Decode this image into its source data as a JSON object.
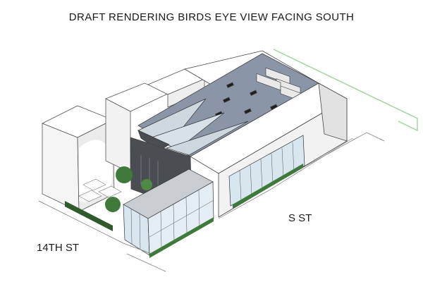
{
  "title": "DRAFT RENDERING BIRDS EYE VIEW FACING SOUTH",
  "streets": {
    "fourteenth": "14TH ST",
    "s": "S ST"
  },
  "colors": {
    "roof": "#8a96a8",
    "glass": "#d8e6ef",
    "dark_facade": "#4a4d52",
    "planting": "#3f7a3a",
    "property_line": "#9fd69a"
  }
}
